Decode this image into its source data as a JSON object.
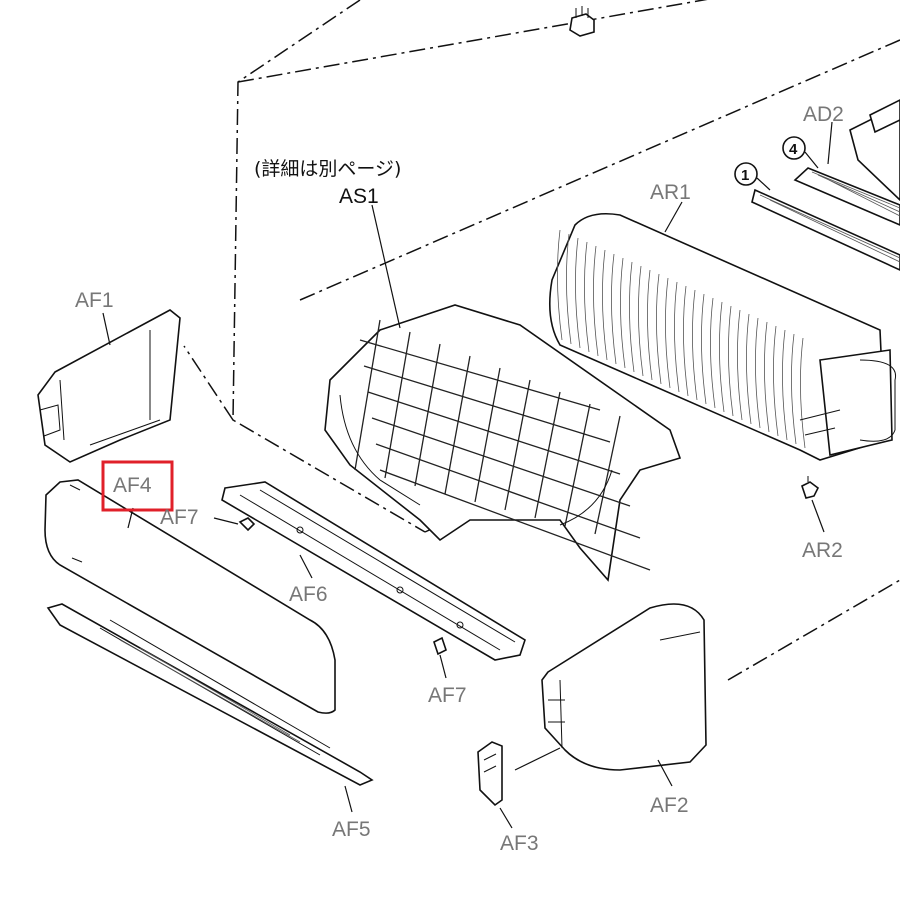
{
  "diagram": {
    "note_japanese": "(詳細は別ページ)",
    "parts": {
      "as1": "AS1",
      "ar1": "AR1",
      "ad2": "AD2",
      "ar2": "AR2",
      "af1": "AF1",
      "af2": "AF2",
      "af3": "AF3",
      "af4": "AF4",
      "af5": "AF5",
      "af6": "AF6",
      "af7_upper": "AF7",
      "af7_lower": "AF7"
    },
    "callouts": {
      "one": "1",
      "four": "4"
    },
    "highlighted_part": "AF4",
    "highlight_color": "#e0202a"
  }
}
